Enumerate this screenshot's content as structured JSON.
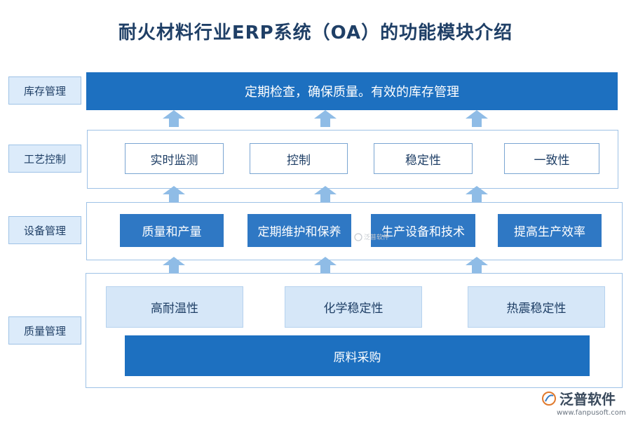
{
  "title": "耐火材料行业ERP系统（OA）的功能模块介绍",
  "layers": {
    "inventory": {
      "label": "库存管理",
      "banner": "定期检查，确保质量。有效的库存管理"
    },
    "process": {
      "label": "工艺控制",
      "items": [
        "实时监测",
        "控制",
        "稳定性",
        "一致性"
      ]
    },
    "equipment": {
      "label": "设备管理",
      "items": [
        "质量和产量",
        "定期维护和保养",
        "生产设备和技术",
        "提高生产效率"
      ]
    },
    "quality": {
      "label": "质量管理",
      "items": [
        "高耐温性",
        "化学稳定性",
        "热震稳定性"
      ],
      "base": "原料采购"
    }
  },
  "watermark": "泛普软件",
  "logo": {
    "name": "泛普软件",
    "url": "www.fanpusoft.com"
  },
  "colors": {
    "dark_box": "#2f78c4",
    "banner": "#1d70c0",
    "light_box": "#d6e7f8",
    "arrow": "#8fbce6",
    "title": "#1f3f66"
  }
}
